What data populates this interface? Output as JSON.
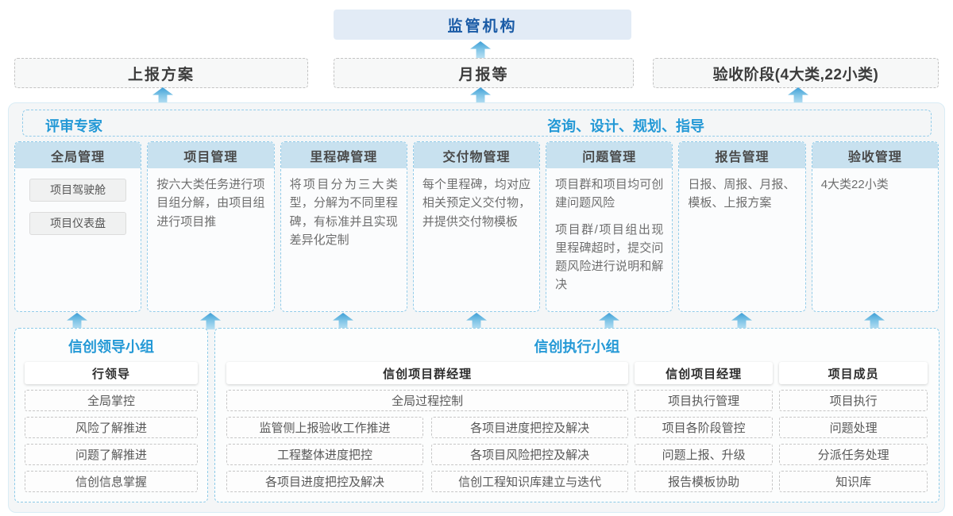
{
  "top": {
    "regulator": "监管机构",
    "channels": [
      "上报方案",
      "月报等",
      "验收阶段(4大类,22小类)"
    ]
  },
  "panel": {
    "experts_label": "评审专家",
    "guidance_label": "咨询、设计、规划、指导",
    "columns": [
      {
        "title": "全局管理",
        "items": [
          "项目驾驶舱",
          "项目仪表盘"
        ]
      },
      {
        "title": "项目管理",
        "text": "按六大类任务进行项目组分解，由项目组进行项目推"
      },
      {
        "title": "里程碑管理",
        "text": "将项目分为三大类型，分解为不同里程碑，有标准并且实现差异化定制"
      },
      {
        "title": "交付物管理",
        "text": "每个里程碑，均对应相关预定义交付物，并提供交付物模板"
      },
      {
        "title": "问题管理",
        "paragraphs": [
          "项目群和项目均可创建问题风险",
          "项目群/项目组出现里程碑超时，提交问题风险进行说明和解决"
        ]
      },
      {
        "title": "报告管理",
        "text": "日报、周报、月报、模板、上报方案"
      },
      {
        "title": "验收管理",
        "text": "4大类22小类"
      }
    ]
  },
  "groups": {
    "leadership": {
      "title": "信创领导小组",
      "role": "行领导",
      "items": [
        "全局掌控",
        "风险了解推进",
        "问题了解推进",
        "信创信息掌握"
      ]
    },
    "execution": {
      "title": "信创执行小组",
      "program_manager": {
        "role": "信创项目群经理",
        "full_item": "全局过程控制",
        "left_items": [
          "监管侧上报验收工作推进",
          "工程整体进度把控",
          "各项目进度把控及解决"
        ],
        "right_items": [
          "各项目进度把控及解决",
          "各项目风险把控及解决",
          "信创工程知识库建立与迭代"
        ]
      },
      "project_manager": {
        "role": "信创项目经理",
        "items": [
          "项目执行管理",
          "项目各阶段管控",
          "问题上报、升级",
          "报告模板协助"
        ]
      },
      "members": {
        "role": "项目成员",
        "items": [
          "项目执行",
          "问题处理",
          "分派任务处理",
          "知识库"
        ]
      }
    }
  },
  "colors": {
    "accent_blue": "#2499d6",
    "dark_blue": "#1a5ba6",
    "regulator_bg": "#e2ebf6",
    "column_header_bg": "#c8e1ef",
    "panel_bg": "#f4f6f7",
    "arrow_blue": "#3e9ed6"
  }
}
